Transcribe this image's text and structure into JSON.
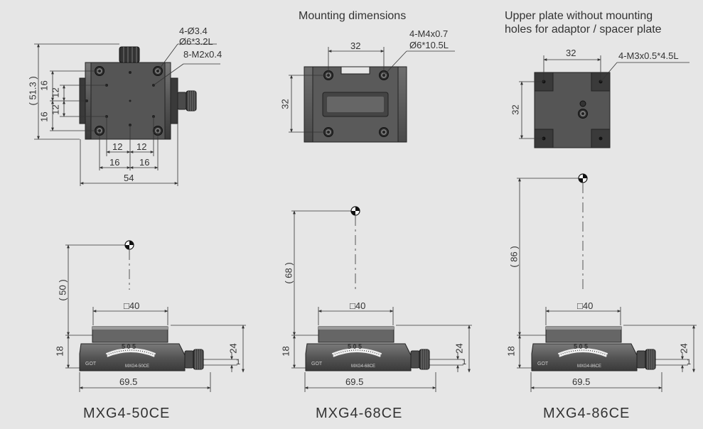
{
  "headers": {
    "mounting": "Mounting dimensions",
    "upper_line1": "Upper plate without mounting",
    "upper_line2": "holes for adaptor / spacer plate"
  },
  "left_top": {
    "callout1": "4-Ø3.4",
    "callout2": "Ø6*3.2L",
    "callout3": "8-M2x0.4",
    "dim_height": "( 51.3 )",
    "dim_16a": "16",
    "dim_12a": "12",
    "dim_12b": "12",
    "dim_16b": "16",
    "dim_12c": "12",
    "dim_12d": "12",
    "dim_16c": "16",
    "dim_16d": "16",
    "dim_width": "54"
  },
  "mid_top": {
    "callout1": "4-M4x0.7",
    "callout2": "Ø6*10.5L",
    "dim_32w": "32",
    "dim_32h": "32"
  },
  "right_top": {
    "callout": "4-M3x0.5*4.5L",
    "dim_32w": "32",
    "dim_32h": "32"
  },
  "stages": [
    {
      "height": "( 50 )",
      "square": "□40",
      "base": "18",
      "total": "24",
      "offset": "1",
      "width": "69.5",
      "model": "MXG4-50CE",
      "scale": "5  0  5"
    },
    {
      "height": "( 68 )",
      "square": "□40",
      "base": "18",
      "total": "24",
      "offset": "1",
      "width": "69.5",
      "model": "MXG4-68CE",
      "scale": "5  0  5"
    },
    {
      "height": "( 86 )",
      "square": "□40",
      "base": "18",
      "total": "24",
      "offset": "1",
      "width": "69.5",
      "model": "MXG4-86CE",
      "scale": "5  0  5"
    }
  ]
}
